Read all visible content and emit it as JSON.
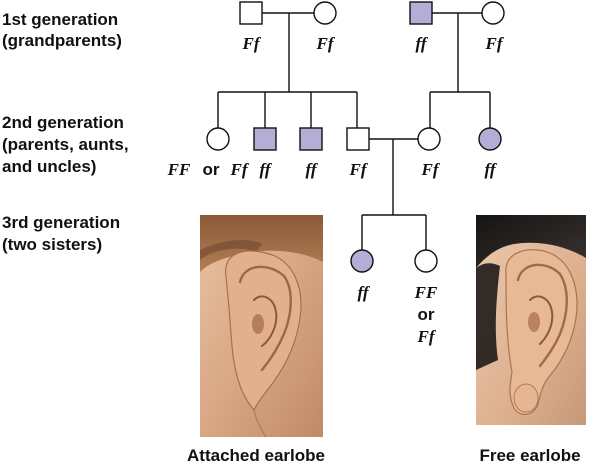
{
  "generations": {
    "gen1": {
      "line1": "1st generation",
      "line2": "(grandparents)"
    },
    "gen2": {
      "line1": "2nd generation",
      "line2": "(parents, aunts,",
      "line3": "and uncles)"
    },
    "gen3": {
      "line1": "3rd generation",
      "line2": "(two sisters)"
    }
  },
  "colors": {
    "affected": "#b3aed6",
    "unaffected": "#ffffff",
    "stroke": "#111111"
  },
  "pedigree": {
    "gen1": [
      {
        "sex": "male",
        "affected": false,
        "genotype": "Ff"
      },
      {
        "sex": "female",
        "affected": false,
        "genotype": "Ff"
      },
      {
        "sex": "male",
        "affected": true,
        "genotype": "ff"
      },
      {
        "sex": "female",
        "affected": false,
        "genotype": "Ff"
      }
    ],
    "gen2": [
      {
        "sex": "female",
        "affected": false,
        "genotype_a": "FF",
        "or_word": "or",
        "genotype_b": "Ff"
      },
      {
        "sex": "male",
        "affected": true,
        "genotype": "ff"
      },
      {
        "sex": "male",
        "affected": true,
        "genotype": "ff"
      },
      {
        "sex": "male",
        "affected": false,
        "genotype": "Ff"
      },
      {
        "sex": "female",
        "affected": false,
        "genotype": "Ff"
      },
      {
        "sex": "female",
        "affected": true,
        "genotype": "ff"
      }
    ],
    "gen3": [
      {
        "sex": "female",
        "affected": true,
        "genotype": "ff"
      },
      {
        "sex": "female",
        "affected": false,
        "genotype_a": "FF",
        "or_word": "or",
        "genotype_b": "Ff"
      }
    ]
  },
  "photos": {
    "attached": {
      "caption": "Attached earlobe",
      "icon": "attached-earlobe-photo"
    },
    "free": {
      "caption": "Free earlobe",
      "icon": "free-earlobe-photo"
    }
  }
}
